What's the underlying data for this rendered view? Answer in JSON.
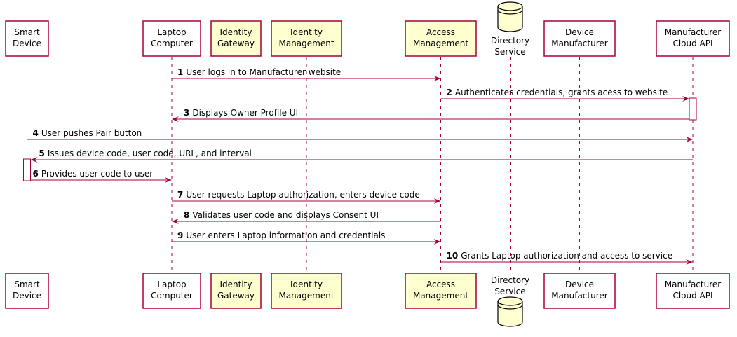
{
  "participants": [
    {
      "id": "smart",
      "lines": [
        "Smart",
        "Device"
      ],
      "kind": "box",
      "fill": "#ffffff"
    },
    {
      "id": "laptop",
      "lines": [
        "Laptop",
        "Computer"
      ],
      "kind": "box",
      "fill": "#ffffff"
    },
    {
      "id": "idgw",
      "lines": [
        "Identity",
        "Gateway"
      ],
      "kind": "box",
      "fill": "#FEFECE"
    },
    {
      "id": "idmgmt",
      "lines": [
        "Identity",
        "Management"
      ],
      "kind": "box",
      "fill": "#FEFECE"
    },
    {
      "id": "access",
      "lines": [
        "Access",
        "Management"
      ],
      "kind": "box",
      "fill": "#FEFECE"
    },
    {
      "id": "directory",
      "lines": [
        "Directory",
        "Service"
      ],
      "kind": "database",
      "fill": "#FEFECE"
    },
    {
      "id": "devmfr",
      "lines": [
        "Device",
        "Manufacturer"
      ],
      "kind": "box",
      "fill": "#ffffff"
    },
    {
      "id": "cloud",
      "lines": [
        "Manufacturer",
        "Cloud API"
      ],
      "kind": "box",
      "fill": "#ffffff"
    }
  ],
  "messages": [
    {
      "num": "1",
      "text": "User logs in to Manufacturer website",
      "from": "laptop",
      "to": "access"
    },
    {
      "num": "2",
      "text": "Authenticates credentials, grants acess to website",
      "from": "access",
      "to": "cloud"
    },
    {
      "num": "3",
      "text": "Displays Owner Profile UI",
      "from": "cloud",
      "to": "laptop"
    },
    {
      "num": "4",
      "text": "User pushes Pair button",
      "from": "smart",
      "to": "cloud"
    },
    {
      "num": "5",
      "text": "Issues device code, user code, URL, and interval",
      "from": "cloud",
      "to": "smart"
    },
    {
      "num": "6",
      "text": "Provides user code to user",
      "from": "smart",
      "to": "laptop"
    },
    {
      "num": "7",
      "text": "User requests Laptop authorization, enters device code",
      "from": "laptop",
      "to": "access"
    },
    {
      "num": "8",
      "text": "Validates user code and displays Consent UI",
      "from": "access",
      "to": "laptop"
    },
    {
      "num": "9",
      "text": "User enters Laptop information and credentials",
      "from": "laptop",
      "to": "access"
    },
    {
      "num": "10",
      "text": "Grants Laptop authorization and access to service",
      "from": "access",
      "to": "cloud"
    }
  ],
  "activations": [
    {
      "participant": "cloud",
      "from_message": "2",
      "to_message": "3"
    },
    {
      "participant": "smart",
      "from_message": "5",
      "to_message": "6"
    }
  ],
  "colors": {
    "line": "#A80036",
    "participant_border": "#A80036",
    "highlight_fill": "#FEFECE",
    "plain_fill": "#ffffff"
  }
}
